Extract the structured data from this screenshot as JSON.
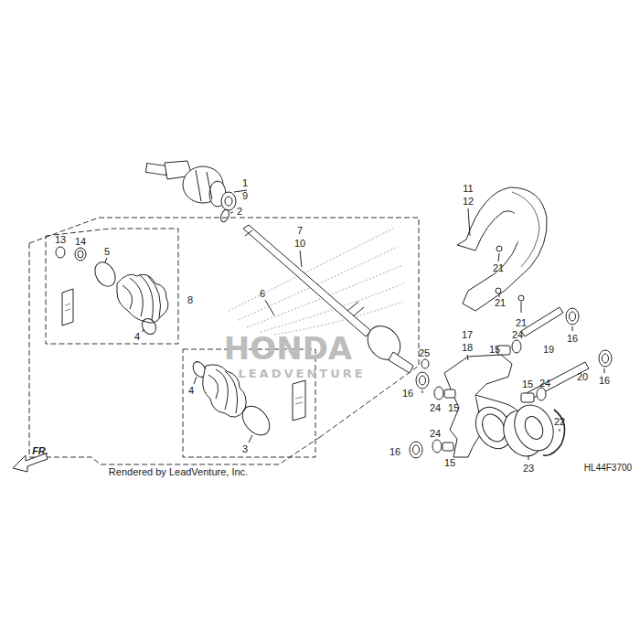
{
  "diagram": {
    "labels": [
      "1",
      "9",
      "2",
      "7",
      "10",
      "11",
      "12",
      "13",
      "14",
      "5",
      "8",
      "6",
      "4",
      "21",
      "21",
      "21",
      "17",
      "18",
      "25",
      "16",
      "19",
      "24",
      "15",
      "15",
      "24",
      "20",
      "16",
      "4",
      "16",
      "24",
      "15",
      "24",
      "15",
      "16",
      "22",
      "23",
      "3",
      "FR.",
      "Rendered by LeadVenture, Inc.",
      "HL44F3700",
      "HONDA",
      "LEADVENTURE"
    ]
  }
}
